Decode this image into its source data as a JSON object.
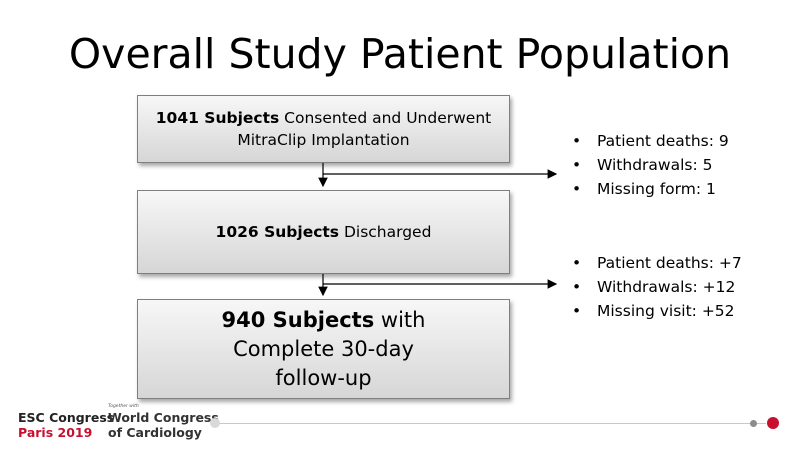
{
  "title": "Overall Study Patient Population",
  "boxes": [
    {
      "bold": "1041 Subjects",
      "text_line1": " Consented and Underwent",
      "text_line2": "MitraClip Implantation"
    },
    {
      "bold": "1026 Subjects",
      "text": " Discharged"
    },
    {
      "bold": "940 Subjects",
      "text_line1": " with",
      "text_line2": "Complete 30-day",
      "text_line3": "follow-up"
    }
  ],
  "exclusions": [
    {
      "items": [
        "Patient deaths: 9",
        "Withdrawals: 5",
        "Missing form: 1"
      ]
    },
    {
      "items": [
        "Patient deaths: +7",
        "Withdrawals: +12",
        "Missing visit: +52"
      ]
    }
  ],
  "footer": {
    "esc_line1": "ESC Congress",
    "esc_line2": "Paris 2019",
    "together": "Together with",
    "wcc_line1": "World Congress",
    "wcc_line2": "of Cardiology"
  },
  "colors": {
    "accent": "#c8102e",
    "box_border": "#7f7f7f"
  }
}
